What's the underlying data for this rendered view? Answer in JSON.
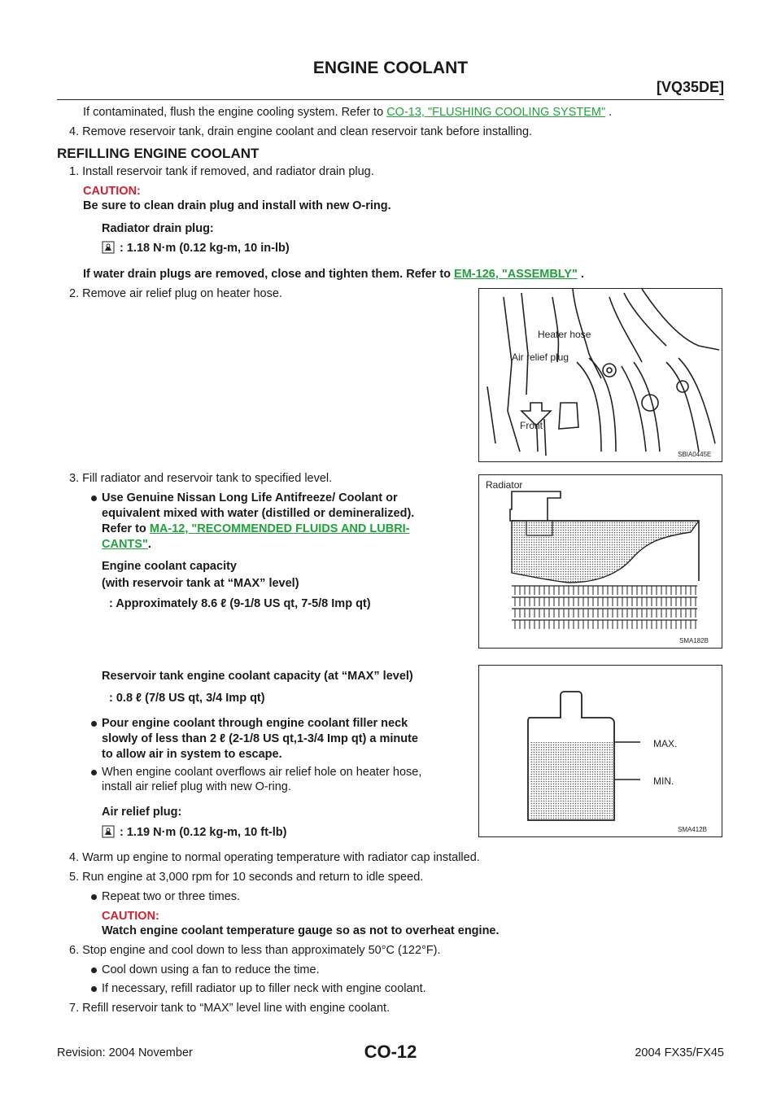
{
  "header": {
    "title": "ENGINE COOLANT",
    "model": "[VQ35DE]"
  },
  "intro": {
    "contaminated_text": "If contaminated, flush the engine cooling system. Refer to ",
    "contaminated_link": "CO-13, \"FLUSHING COOLING SYSTEM\"",
    "contaminated_end": " .",
    "step4_drain": "4.  Remove reservoir tank, drain engine coolant and clean reservoir tank before installing."
  },
  "section": {
    "heading": "REFILLING ENGINE COOLANT"
  },
  "step1": {
    "text": "1.  Install reservoir tank if removed, and radiator drain plug.",
    "caution_label": "CAUTION:",
    "caution_text": "Be sure to clean drain plug and install with new O-ring.",
    "spec_label": "Radiator drain plug:",
    "spec_value": ": 1.18 N·m (0.12 kg-m, 10 in-lb)",
    "water_text": "If water drain plugs are removed, close and tighten them. Refer to ",
    "water_link": "EM-126, \"ASSEMBLY\"",
    "water_end": " ."
  },
  "step2": {
    "text": "2.  Remove air relief plug on heater hose."
  },
  "fig1": {
    "label_heater_hose": "Heater hose",
    "label_air_relief_plug": "Air relief plug",
    "label_front": "Front",
    "code": "SBIA0445E"
  },
  "step3": {
    "text": "3.  Fill radiator and reservoir tank to specified level.",
    "b1_line1": "Use Genuine Nissan Long Life Antifreeze/ Coolant or",
    "b1_line2": "equivalent mixed with water (distilled or demineralized).",
    "b1_line3_pre": "Refer to ",
    "b1_link1": "MA-12, \"RECOMMENDED FLUIDS AND LUBRI-",
    "b1_link2": "CANTS\"",
    "b1_end": ".",
    "cap_label1": "Engine coolant capacity",
    "cap_label2": "(with reservoir tank at “MAX” level)",
    "cap_value": ": Approximately 8.6  ℓ  (9-1/8 US qt, 7-5/8 Imp qt)",
    "res_label": "Reservoir tank engine coolant capacity (at “MAX” level)",
    "res_value": ": 0.8  ℓ  (7/8 US qt, 3/4 Imp qt)",
    "b2_line1": "Pour engine coolant through engine coolant filler neck",
    "b2_line2": "slowly of less than 2  ℓ  (2-1/8 US qt,1-3/4 Imp qt) a minute",
    "b2_line3": "to allow air in system to escape.",
    "b3_line1": "When engine coolant overflows air relief hole on heater hose,",
    "b3_line2": "install air relief plug with new O-ring.",
    "plug_label": "Air relief plug:",
    "plug_value": ": 1.19 N·m (0.12 kg-m, 10 ft-lb)"
  },
  "fig2": {
    "label_radiator": "Radiator",
    "code": "SMA182B"
  },
  "fig3": {
    "label_max": "MAX.",
    "label_min": "MIN.",
    "code": "SMA412B"
  },
  "step4": {
    "text": "4.  Warm up engine to normal operating temperature with radiator cap installed."
  },
  "step5": {
    "text": "5.  Run engine at 3,000 rpm for 10 seconds and return to idle speed.",
    "bullet": "Repeat two or three times.",
    "caution_label": "CAUTION:",
    "caution_text": "Watch engine coolant temperature gauge so as not to overheat engine."
  },
  "step6": {
    "text": "6.  Stop engine and cool down to less than approximately 50°C (122°F).",
    "b1": "Cool down using a fan to reduce the time.",
    "b2": "If necessary, refill radiator up to filler neck with engine coolant."
  },
  "step7": {
    "text": "7.  Refill reservoir tank to “MAX” level line with engine coolant."
  },
  "footer": {
    "revision": "Revision: 2004 November",
    "page": "CO-12",
    "vehicle": "2004 FX35/FX45"
  }
}
